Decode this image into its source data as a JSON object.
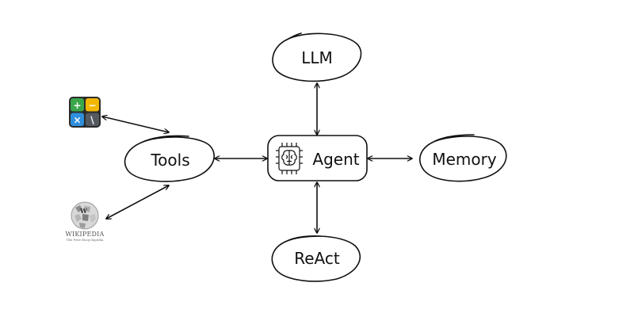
{
  "nodes": {
    "llm": "LLM",
    "agent": "Agent",
    "tools": "Tools",
    "memory": "Memory",
    "react": "ReAct"
  },
  "icons": {
    "calculator": {
      "name": "calculator-icon",
      "symbols": [
        "+",
        "−",
        "×",
        "\\"
      ],
      "colors": [
        "#3aa64a",
        "#f2b705",
        "#2f8fdc",
        "#555a60"
      ]
    },
    "wikipedia": {
      "name": "wikipedia-logo",
      "title": "Wikipedia",
      "tagline": "The Free Encyclopedia"
    }
  }
}
